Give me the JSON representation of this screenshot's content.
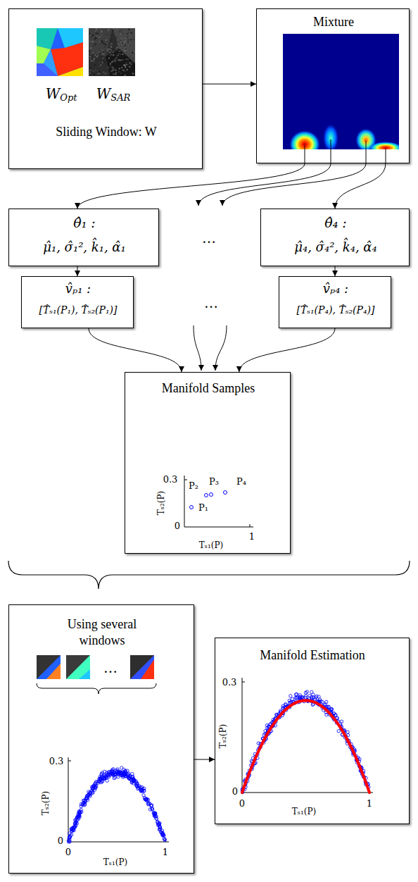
{
  "diagram": {
    "nodes": [
      {
        "text": [
          "W",
          "Opt",
          "W",
          "SAR",
          "Sliding Window: W"
        ]
      },
      {
        "text": [
          "Mixture"
        ]
      },
      {
        "text": [
          "θ̂₁ :",
          "μ̂₁, σ̂₁², k̂₁, α̂₁"
        ]
      },
      {
        "text": [
          "θ̂₄ :",
          "μ̂₄, σ̂₄², k̂₄, α̂₄"
        ]
      },
      {
        "text": [
          "v̂ₚ₁ :",
          "[T̂ₛ₁(P₁), T̂ₛ₂(P₁)]"
        ]
      },
      {
        "text": [
          "v̂ₚ₄ :",
          "[T̂ₛ₁(P₄), T̂ₛ₂(P₄)]"
        ]
      },
      {
        "text": [
          "Manifold Samples"
        ]
      },
      {
        "text": [
          "Using several windows"
        ]
      },
      {
        "text": [
          "Manifold Estimation"
        ]
      }
    ],
    "edges": [
      {
        "from": 0,
        "to": 1,
        "arrow": "to"
      },
      {
        "from": 1,
        "to": 2,
        "arrow": "to"
      },
      {
        "from": 1,
        "to": 3,
        "arrow": "to"
      },
      {
        "from": 2,
        "to": 4,
        "arrow": "to"
      },
      {
        "from": 3,
        "to": 5,
        "arrow": "to"
      },
      {
        "from": 4,
        "to": 6,
        "arrow": "to"
      },
      {
        "from": 5,
        "to": 6,
        "arrow": "to"
      },
      {
        "from": 7,
        "to": 8,
        "arrow": "to"
      }
    ],
    "labels": [
      "…",
      "…",
      "0.3",
      "Tₛ₂(P)",
      "0",
      "Tₛ₁(P)",
      "1",
      "P₁",
      "P₂",
      "P₃",
      "P₄",
      "…",
      "0.3",
      "Tₛ₂(P)",
      "0",
      "0",
      "1",
      "Tₛ₁(P)",
      "0.3",
      "Tₛ₂(P)",
      "0",
      "0",
      "Tₛ₁(P)",
      "1"
    ]
  }
}
